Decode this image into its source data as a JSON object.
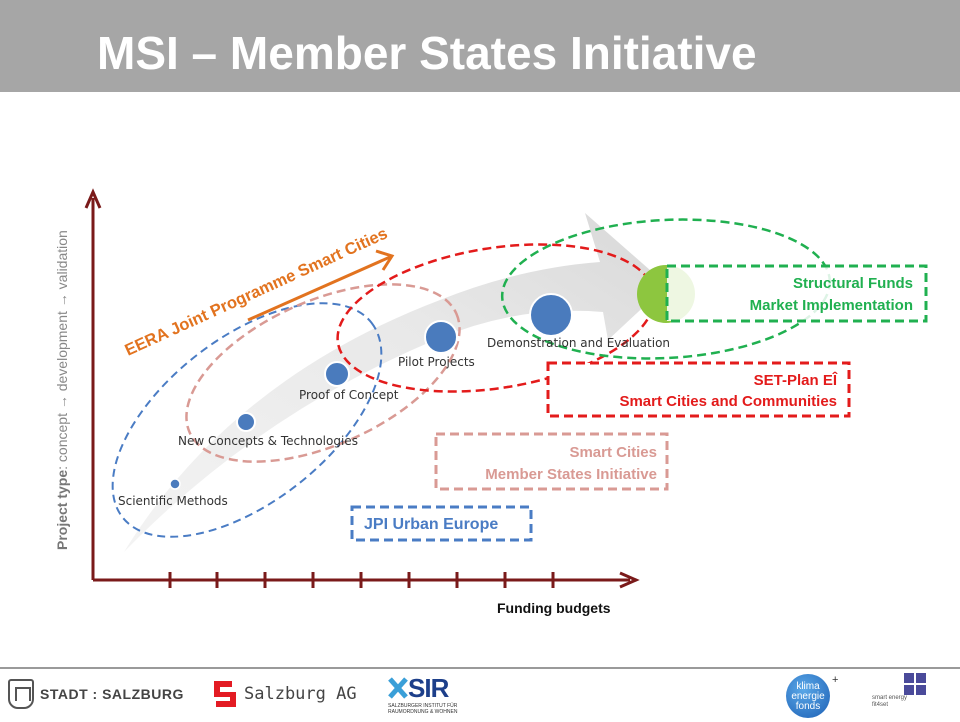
{
  "header": {
    "title": "MSI – Member States Initiative"
  },
  "diagram": {
    "axes": {
      "y_label_bold": "Project type",
      "y_label_rest": ": concept → development → validation",
      "x_label": "Funding budgets"
    },
    "stages": [
      {
        "label": "Scientific Methods"
      },
      {
        "label": "New Concepts & Technologies"
      },
      {
        "label": "Proof of Concept"
      },
      {
        "label": "Pilot Projects"
      },
      {
        "label": "Demonstration and Evaluation"
      }
    ],
    "eera_label": "EERA Joint Programme Smart Cities",
    "boxes": {
      "structural_line1": "Structural Funds",
      "structural_line2": "Market Implementation",
      "setplan_line1": "SET-Plan EÎ",
      "setplan_line2": "Smart Cities and Communities",
      "msi_line1": "Smart Cities",
      "msi_line2": "Member States Initiative",
      "jpi": "JPI Urban Europe"
    },
    "colors": {
      "blue": "#4a7cc4",
      "pink": "#d99a94",
      "red": "#e31b1b",
      "green": "#20b050",
      "orange": "#e2731f",
      "dot_blue": "#4a7bbd",
      "dot_green": "#8dc63f",
      "axis": "#7a1a1a"
    }
  },
  "footer": {
    "logos": {
      "stadt": "STADT : SALZBURG",
      "ag": "Salzburg AG",
      "sir_name": "SIR",
      "sir_sub": "SALZBURGER INSTITUT FÜR RAUMORDNUNG & WOHNEN",
      "klima_l1": "klima",
      "klima_l2": "energie",
      "klima_l3": "fonds",
      "klima_plus": "+",
      "fit_l1": "smart energy",
      "fit_l2": "fit4set"
    }
  }
}
